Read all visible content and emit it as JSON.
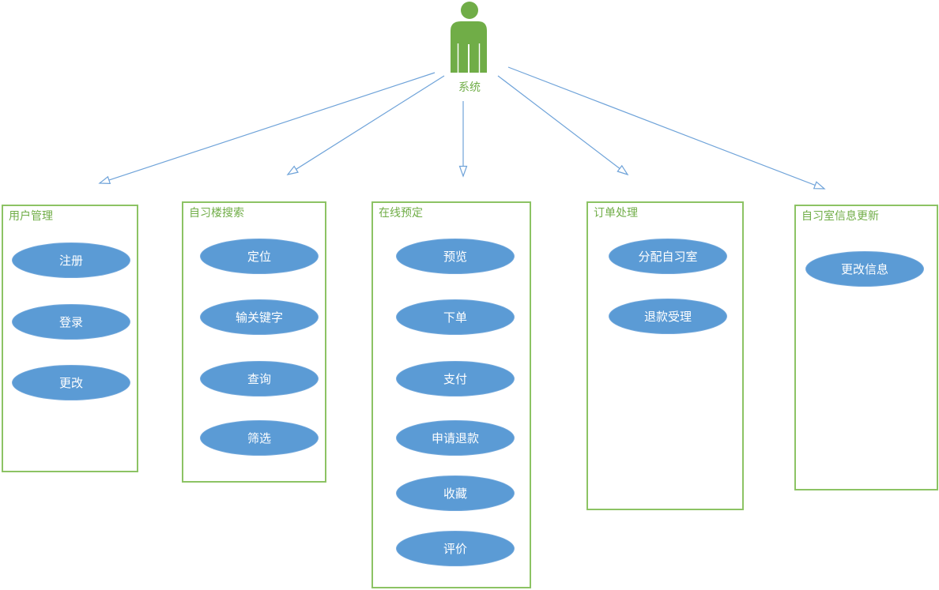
{
  "diagram": {
    "actor": {
      "label": "系统"
    },
    "groups": [
      {
        "title": "用户管理",
        "use_cases": [
          "注册",
          "登录",
          "更改"
        ]
      },
      {
        "title": "自习楼搜索",
        "use_cases": [
          "定位",
          "输关键字",
          "查询",
          "筛选"
        ]
      },
      {
        "title": "在线预定",
        "use_cases": [
          "预览",
          "下单",
          "支付",
          "申请退款",
          "收藏",
          "评价"
        ]
      },
      {
        "title": "订单处理",
        "use_cases": [
          "分配自习室",
          "退款受理"
        ]
      },
      {
        "title": "自习室信息更新",
        "use_cases": [
          "更改信息"
        ]
      }
    ],
    "colors": {
      "actor_green": "#70AD47",
      "box_border_green": "#8CC364",
      "title_text_green": "#70AD47",
      "ellipse_fill_blue": "#5B9BD5",
      "ellipse_text": "#FFFFFF",
      "arrow_blue": "#6FA3D9"
    }
  }
}
